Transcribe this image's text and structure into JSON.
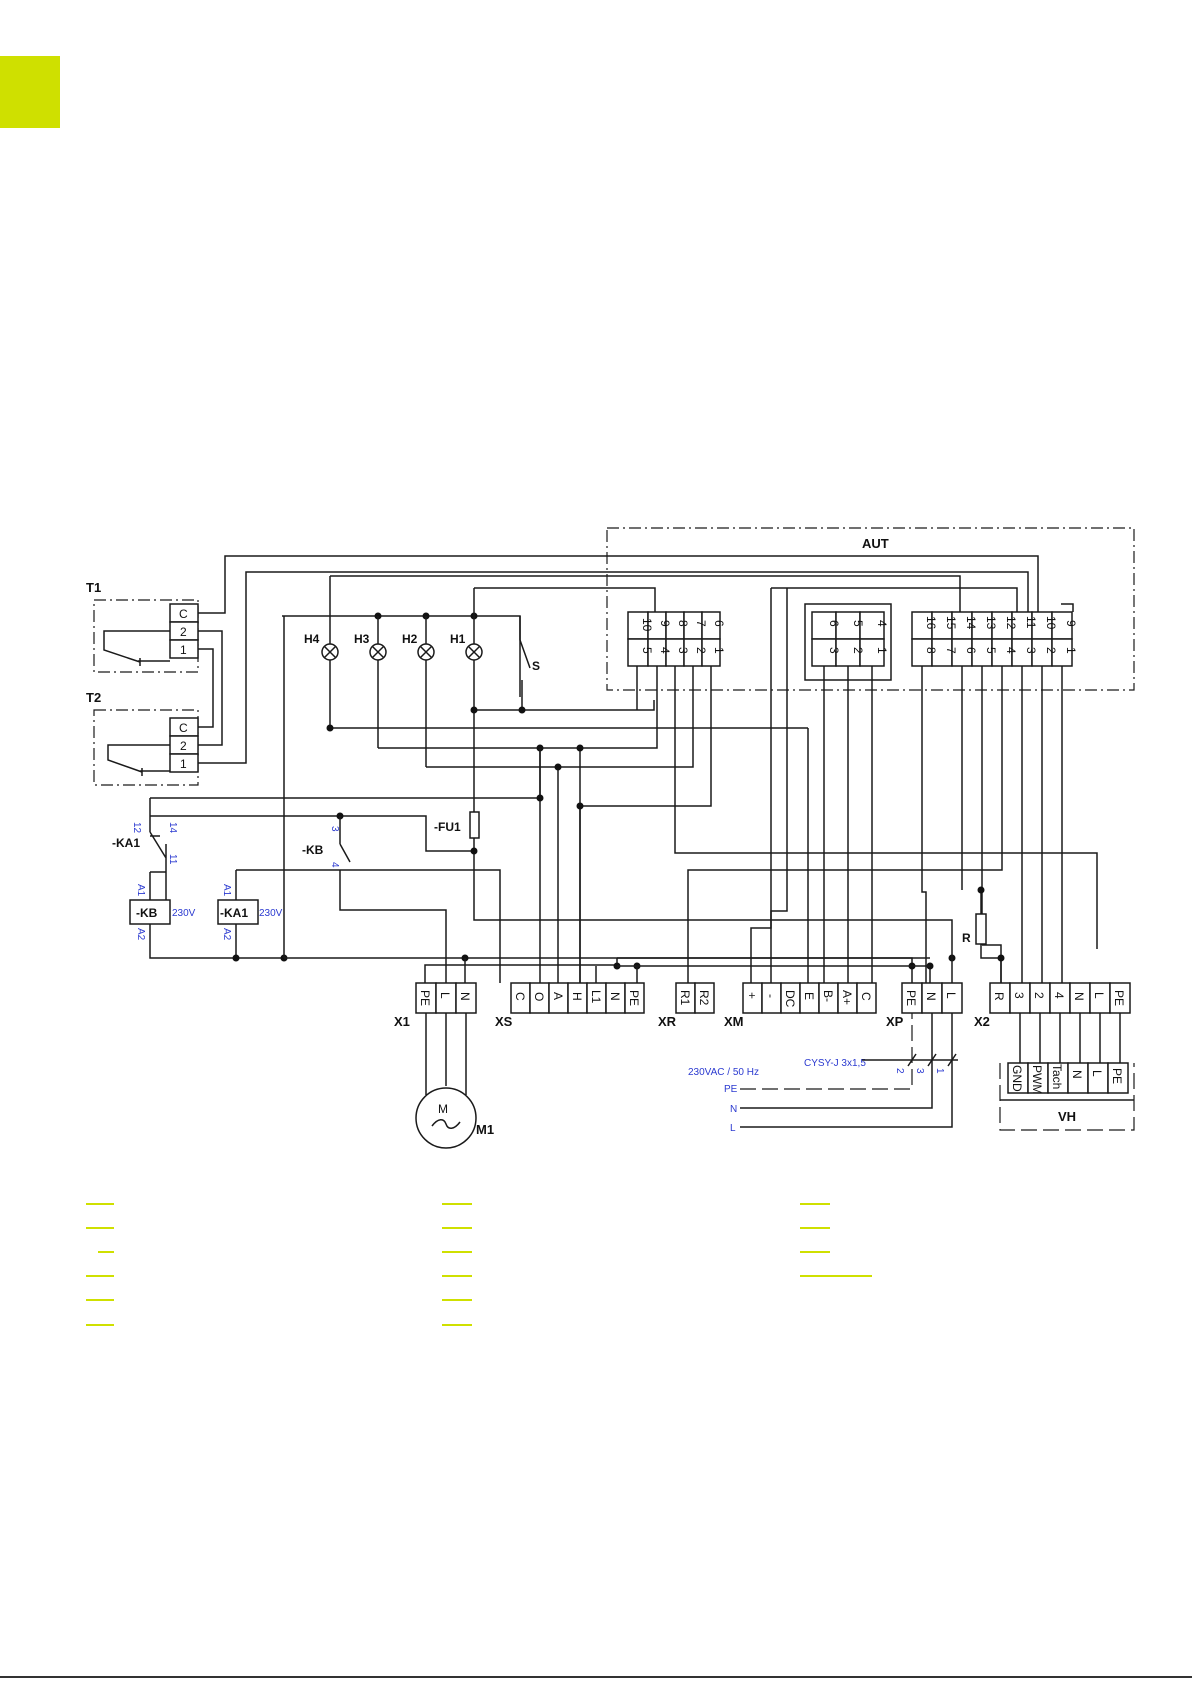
{
  "colors": {
    "accent": "#cfe000",
    "wire": "#1a1a1a",
    "annotation": "#2b3ad0"
  },
  "labels": {
    "AUT": "AUT",
    "T1": "T1",
    "T2": "T2",
    "H1": "H1",
    "H2": "H2",
    "H3": "H3",
    "H4": "H4",
    "S": "S",
    "FU1": "-FU1",
    "KB": "-KB",
    "KA1": "-KA1",
    "R": "R",
    "M1": "M1",
    "VH": "VH",
    "X1": "X1",
    "XS": "XS",
    "XR": "XR",
    "XM": "XM",
    "XP": "XP",
    "X2": "X2",
    "motor": "M"
  },
  "annotations": {
    "v230_1": "230V",
    "v230_2": "230V",
    "supply": "230VAC / 50 Hz",
    "cable": "CYSY-J 3x1,5",
    "PE": "PE",
    "N": "N",
    "L": "L",
    "c1": "1",
    "c2": "2",
    "c3": "3",
    "ka1_12": "12",
    "ka1_14": "14",
    "ka1_11": "11",
    "kb_3": "3",
    "kb_4": "4",
    "a1": "A1",
    "a2": "A2",
    "a1b": "A1",
    "a2b": "A2"
  },
  "terminals": {
    "T": [
      "C",
      "2",
      "1"
    ],
    "X1": [
      "PE",
      "L",
      "N"
    ],
    "XS": [
      "C",
      "O",
      "A",
      "H",
      "L1",
      "N",
      "PE"
    ],
    "XR": [
      "R1",
      "R2"
    ],
    "XM": [
      "+",
      "-",
      "DC",
      "E",
      "B-",
      "A+",
      "C"
    ],
    "XP": [
      "PE",
      "N",
      "L"
    ],
    "X2": [
      "R",
      "3",
      "2",
      "4",
      "N",
      "L",
      "PE"
    ],
    "VH": [
      "GND",
      "PWM",
      "Tach",
      "N",
      "L",
      "PE"
    ],
    "blockA_top": [
      "10",
      "9",
      "8",
      "7",
      "6"
    ],
    "blockA_bottom": [
      "5",
      "4",
      "3",
      "2",
      "1"
    ],
    "blockB_top": [
      "6",
      "5",
      "4"
    ],
    "blockB_bottom": [
      "3",
      "2",
      "1"
    ],
    "blockC_top": [
      "16",
      "15",
      "14",
      "13",
      "12",
      "11",
      "10",
      "9"
    ],
    "blockC_bottom": [
      "8",
      "7",
      "6",
      "5",
      "4",
      "3",
      "2",
      "1"
    ]
  },
  "page": {
    "mark": ""
  }
}
